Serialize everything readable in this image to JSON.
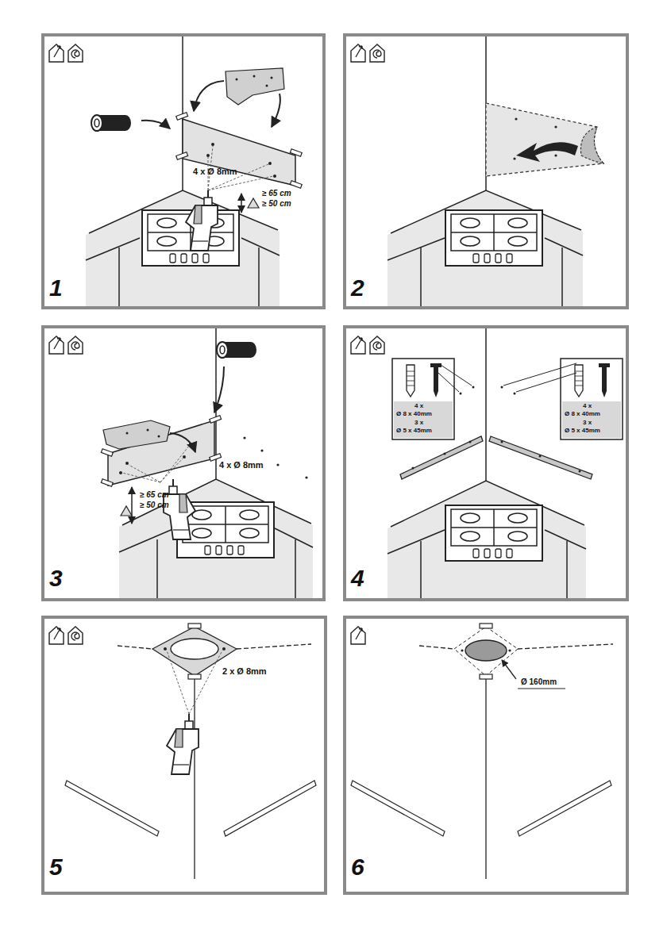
{
  "diagram": {
    "labels": [
      "4 x Ø 8mm",
      "≥ 65 cm",
      "≥ 50 cm",
      "1",
      "2",
      "4 x Ø 8mm",
      "≥ 65 cm",
      "≥ 50 cm",
      "3",
      "4 x",
      "Ø 8 x 40mm",
      "3 x",
      "Ø 5 x 45mm",
      "4 x",
      "Ø 8 x 40mm",
      "3 x",
      "Ø 5 x 45mm",
      "4",
      "2 x Ø 8mm",
      "5",
      "Ø 160mm",
      "6"
    ]
  }
}
